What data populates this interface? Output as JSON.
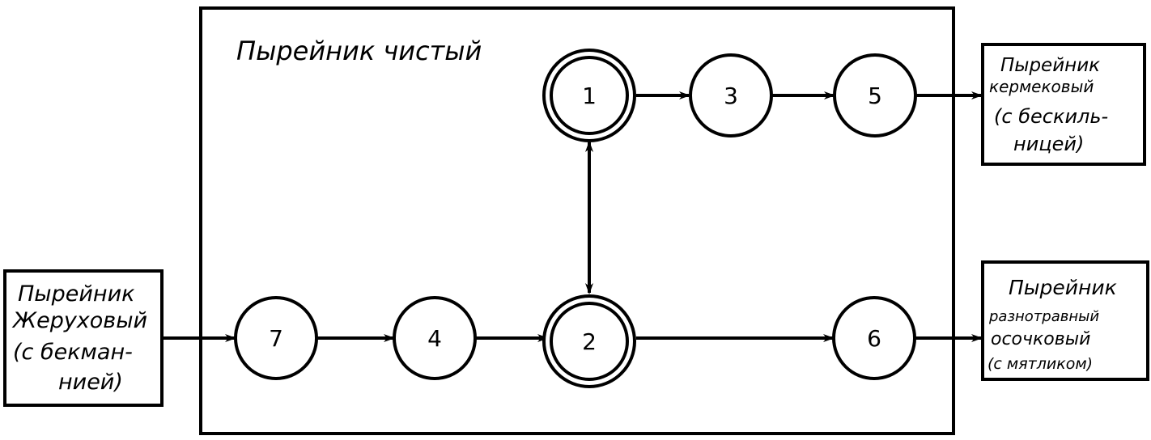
{
  "main_title": "Пырейник чистый",
  "nodes": {
    "n1": "1",
    "n2": "2",
    "n3": "3",
    "n4": "4",
    "n5": "5",
    "n6": "6",
    "n7": "7"
  },
  "external": {
    "left": [
      "Пырейник",
      "Жеруховый",
      "(с бекман-",
      "нией)"
    ],
    "top_right": [
      "Пырейник",
      "кермековый",
      "(с бескиль-",
      "ницей)"
    ],
    "bottom_right": [
      "Пырейник",
      "разнотравный",
      "осочковый",
      "(с мятликом)"
    ]
  }
}
